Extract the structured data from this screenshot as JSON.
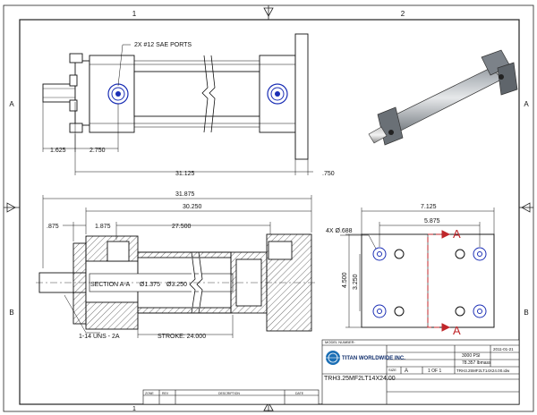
{
  "zones": {
    "col1": "1",
    "col2": "2",
    "rowA": "A",
    "rowB": "B"
  },
  "top_view": {
    "port_note": "2X #12 SAE PORTS",
    "dim_1625": "1.625",
    "dim_2750": "2.750",
    "dim_31125": "31.125",
    "dim_750": ".750"
  },
  "section_view": {
    "dim_31875": "31.875",
    "dim_30250": "30.250",
    "dim_875": ".875",
    "dim_1875": "1.875",
    "dim_27500": "27.500",
    "section_label": "SECTION A-A",
    "dia_1375": "Ø1.375",
    "dia_3250": "Ø3.250",
    "thread_note": "1-14 UNS - 2A",
    "stroke_note": "STROKE: 24.000"
  },
  "end_view": {
    "dim_7125": "7.125",
    "dim_5875": "5.875",
    "hole_note": "4X Ø.688",
    "dim_4500": "4.500",
    "dim_3250": "3.250",
    "section_mark_top": "A",
    "section_mark_bottom": "A"
  },
  "title_block": {
    "model_number_label": "MODEL NUMBER:",
    "company_name": "TITAN WORLDWIDE INC.",
    "pressure": "3000 PSI",
    "weight": "78.357 lbmass",
    "date": "2011-01-21",
    "size_label": "SIZE",
    "size_value": "A",
    "sheet_value": "1  OF  1",
    "filename": "TRH3.25MF2LT14X24.00.idw",
    "part_number": "TRH3.25MF2LT14X24.00",
    "col_zone": "ZONE",
    "col_rev": "REV",
    "col_description": "DESCRIPTION",
    "col_date": "DATE"
  }
}
